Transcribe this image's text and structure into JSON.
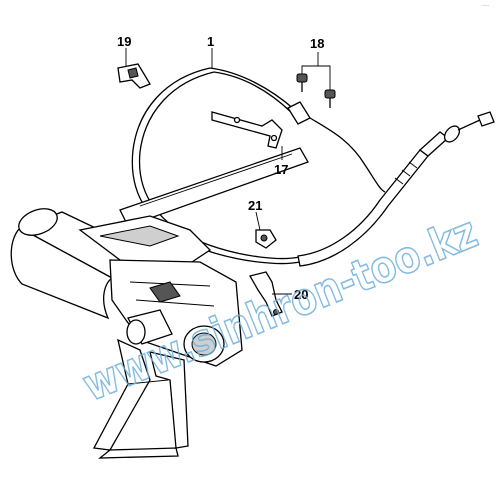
{
  "callouts": {
    "c1": "1",
    "c17": "17",
    "c18": "18",
    "c19": "19",
    "c20": "20",
    "c21": "21"
  },
  "watermark": "www.sinhron-too.kz",
  "corner_mark": "----",
  "colors": {
    "line": "#000000",
    "watermark": "#6fb0dc",
    "background": "#ffffff"
  }
}
